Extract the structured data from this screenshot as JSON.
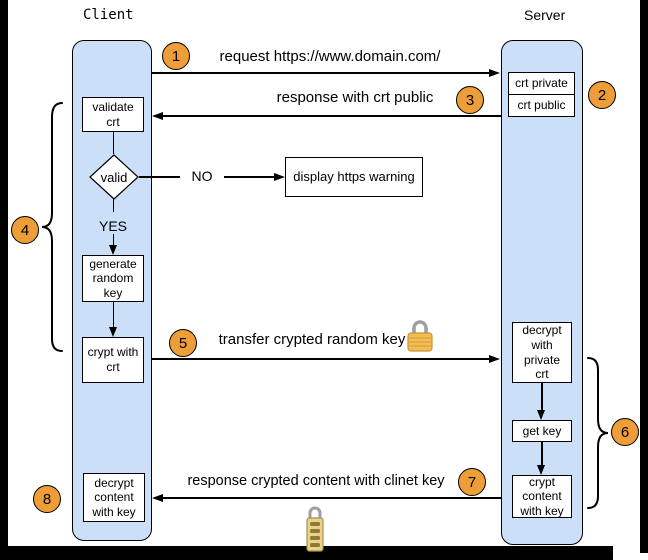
{
  "colors": {
    "accent_orange": "#ED9E38",
    "lane_blue": "#CBDFF9",
    "line_black": "#000000",
    "lock_gold": "#F2BC57"
  },
  "actors": {
    "client": "Client",
    "server": "Server"
  },
  "client_nodes": {
    "validate": "validate\ncrt",
    "decision": "valid",
    "generate": "generate\nrandom\nkey",
    "crypt_with_crt": "crypt with\ncrt",
    "decrypt_content": "decrypt\ncontent\nwith key"
  },
  "server_nodes": {
    "crt_private": "crt private",
    "crt_public": "crt public",
    "decrypt_private": "decrypt\nwith\nprivate\ncrt",
    "get_key": "get key",
    "crypt_content": "crypt\ncontent\nwith key"
  },
  "warning_node": "display https warning",
  "branch": {
    "no": "NO",
    "yes": "YES"
  },
  "messages": {
    "request": "request https://www.domain.com/",
    "response_crt": "response with crt public",
    "transfer_key": "transfer crypted random key",
    "response_content": "response crypted content with clinet key"
  },
  "steps": [
    "1",
    "2",
    "3",
    "4",
    "5",
    "6",
    "7",
    "8"
  ],
  "icons": {
    "transfer_lock": "closed-padlock",
    "content_lock": "combination-padlock"
  }
}
